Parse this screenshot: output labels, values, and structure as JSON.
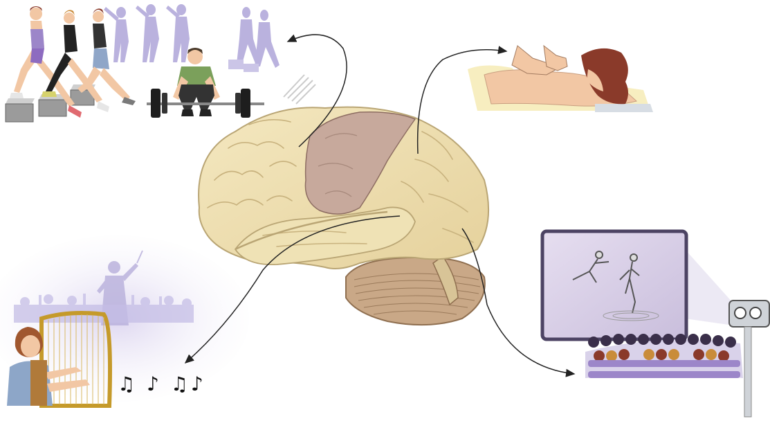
{
  "figure": {
    "music_notes": "♫ ♪ ♫♪",
    "colors": {
      "brain_fill": "#eedfae",
      "brain_stroke": "#b9a574",
      "motor_cortex": "#c7a99c",
      "cerebellum": "#c9a887",
      "arrow": "#222222",
      "ghost_figures": "#a99fd6",
      "screen_fill": "#d9cfe6",
      "screen_frame": "#4c4363",
      "audience_purple": "#9c86c9",
      "skin": "#f2c7a4",
      "hair": "#8a3a2a"
    },
    "panels": [
      {
        "name": "exercise-scene",
        "icon": "weightlifting-and-stepping-icon"
      },
      {
        "name": "massage-scene",
        "icon": "back-massage-icon"
      },
      {
        "name": "orchestra-scene",
        "icon": "harp-player-icon"
      },
      {
        "name": "cinema-scene",
        "icon": "movie-audience-icon"
      }
    ]
  }
}
